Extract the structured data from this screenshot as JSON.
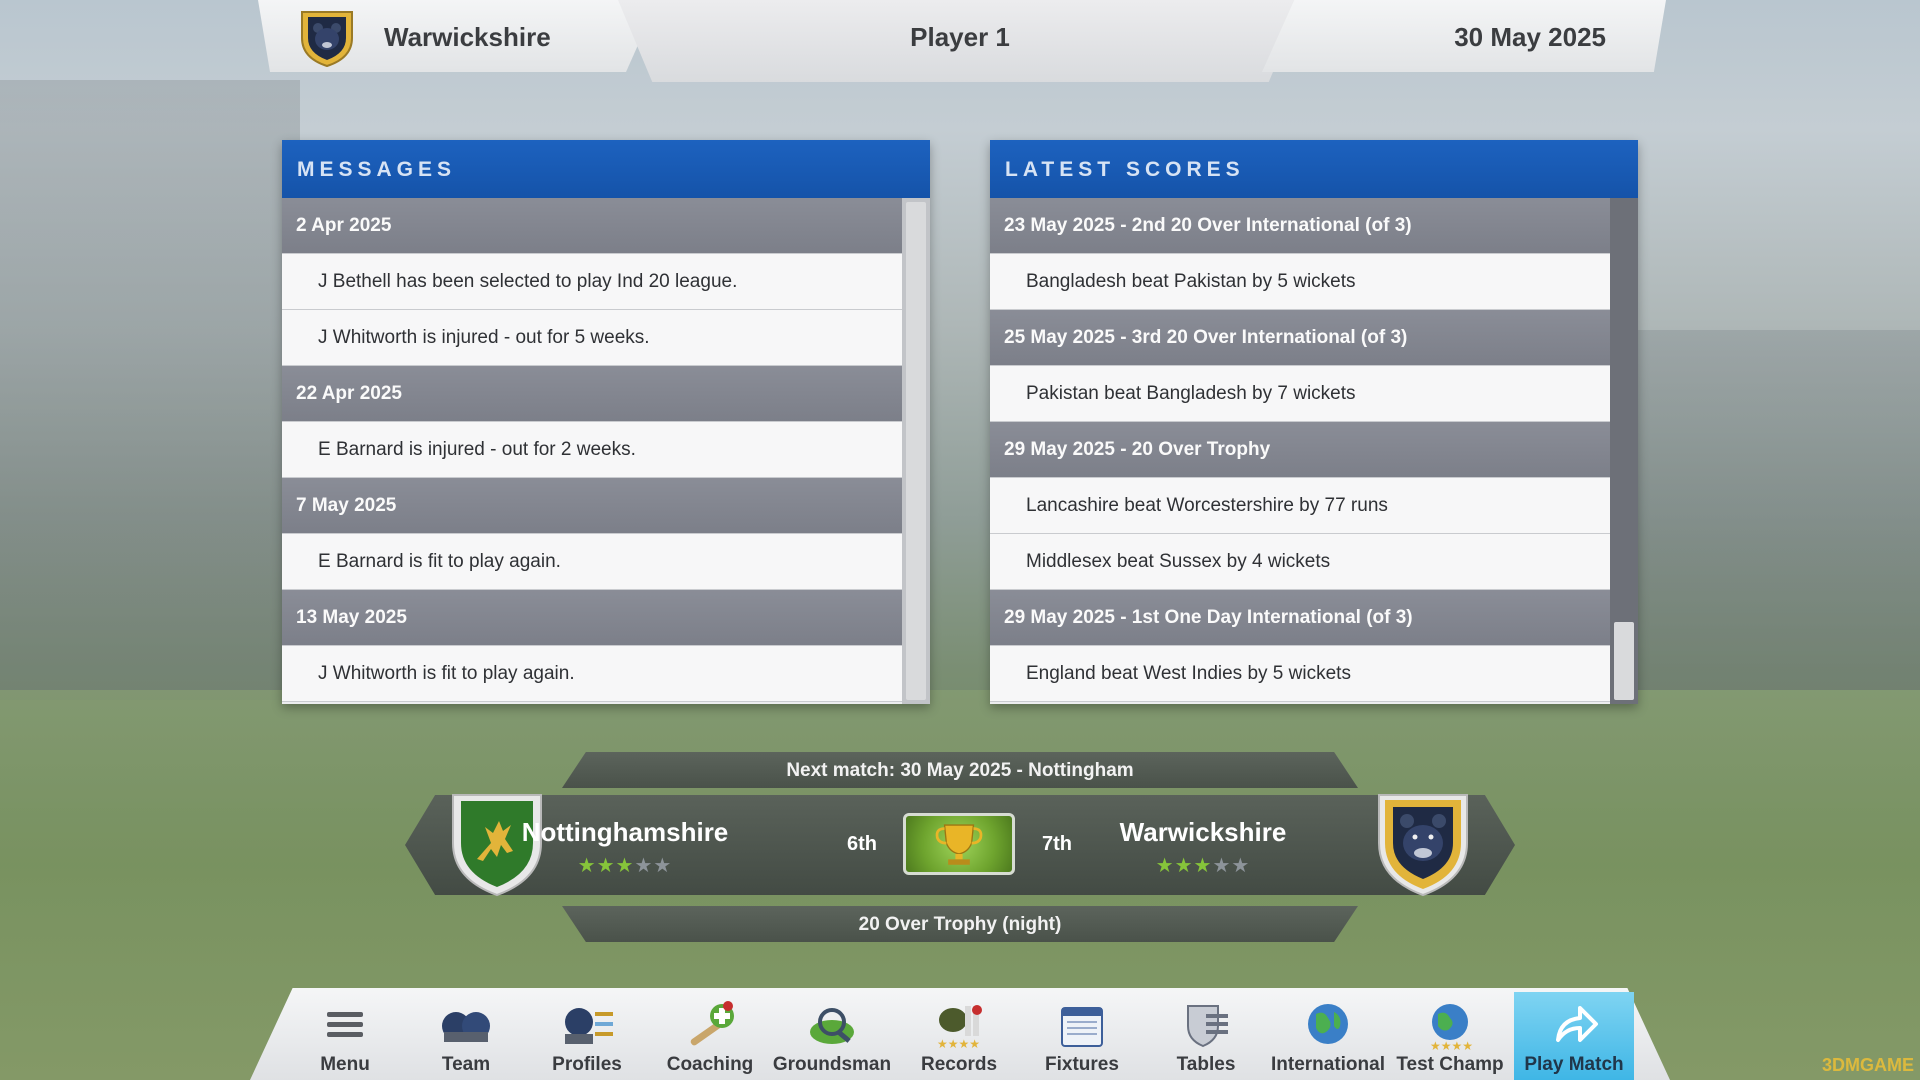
{
  "header": {
    "club_name": "Warwickshire",
    "player": "Player 1",
    "date": "30 May 2025"
  },
  "messages": {
    "title": "MESSAGES",
    "rows": [
      {
        "type": "head",
        "text": "2 Apr 2025"
      },
      {
        "type": "item",
        "text": "J Bethell has been selected to play Ind 20 league."
      },
      {
        "type": "item",
        "text": "J Whitworth is injured  - out for 5 weeks."
      },
      {
        "type": "head",
        "text": "22 Apr 2025"
      },
      {
        "type": "item",
        "text": "E Barnard is injured  - out for 2 weeks."
      },
      {
        "type": "head",
        "text": "7 May 2025"
      },
      {
        "type": "item",
        "text": "E Barnard is fit to play again."
      },
      {
        "type": "head",
        "text": "13 May 2025"
      },
      {
        "type": "item",
        "text": "J Whitworth is fit to play again."
      }
    ]
  },
  "scores": {
    "title": "LATEST SCORES",
    "rows": [
      {
        "type": "head",
        "text": "23 May 2025 - 2nd 20 Over International (of 3)"
      },
      {
        "type": "item",
        "text": "Bangladesh beat Pakistan by 5 wickets"
      },
      {
        "type": "head",
        "text": "25 May 2025 - 3rd 20 Over International (of 3)"
      },
      {
        "type": "item",
        "text": "Pakistan beat Bangladesh by 7 wickets"
      },
      {
        "type": "head",
        "text": "29 May 2025 - 20 Over Trophy"
      },
      {
        "type": "item",
        "text": "Lancashire beat Worcestershire by 77 runs"
      },
      {
        "type": "item",
        "text": "Middlesex beat Sussex by 4 wickets"
      },
      {
        "type": "head",
        "text": "29 May 2025 - 1st One Day International (of 3)"
      },
      {
        "type": "item",
        "text": "England beat West Indies by 5 wickets"
      }
    ]
  },
  "next_match": {
    "banner": "Next match:  30 May 2025 - Nottingham",
    "home": {
      "name": "Nottinghamshire",
      "stars": 3,
      "max_stars": 5,
      "position": "6th"
    },
    "away": {
      "name": "Warwickshire",
      "stars": 3,
      "max_stars": 5,
      "position": "7th"
    },
    "competition": "20 Over Trophy (night)"
  },
  "nav": [
    {
      "label": "Menu",
      "icon": "menu-icon"
    },
    {
      "label": "Team",
      "icon": "team-helmets-icon"
    },
    {
      "label": "Profiles",
      "icon": "profiles-icon"
    },
    {
      "label": "Coaching",
      "icon": "coaching-icon"
    },
    {
      "label": "Groundsman",
      "icon": "groundsman-icon"
    },
    {
      "label": "Records",
      "icon": "records-icon"
    },
    {
      "label": "Fixtures",
      "icon": "fixtures-calendar-icon"
    },
    {
      "label": "Tables",
      "icon": "tables-icon"
    },
    {
      "label": "International",
      "icon": "globe-icon"
    },
    {
      "label": "Test Champ",
      "icon": "test-champ-globe-icon"
    },
    {
      "label": "Play Match",
      "icon": "play-arrow-icon"
    }
  ],
  "colors": {
    "panel_header": "#1a5bb5",
    "row_header": "#838691",
    "star_on": "#86c43a",
    "active_nav": "#4fbfe9"
  },
  "watermark": "3DMGAME"
}
